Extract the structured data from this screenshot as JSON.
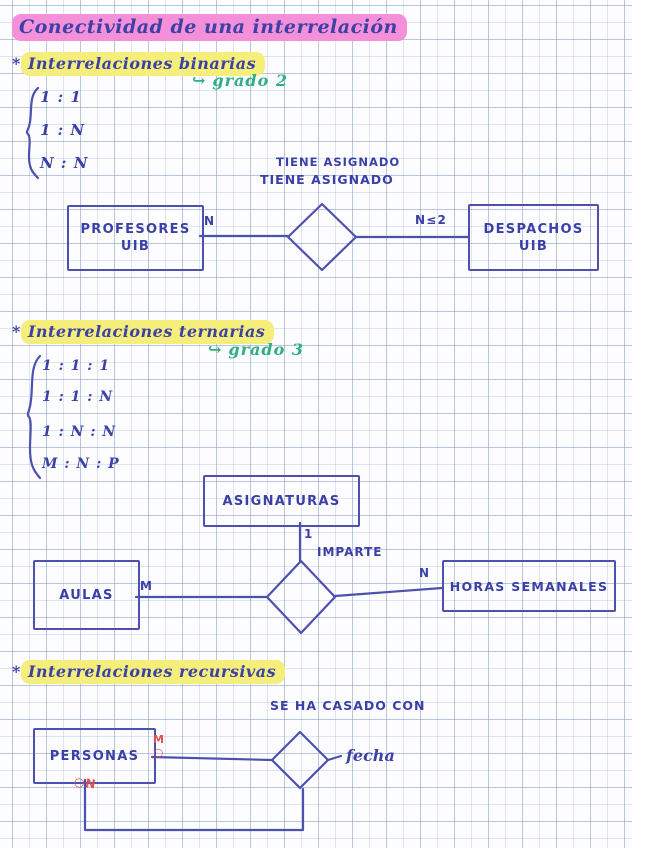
{
  "page": {
    "title": "Conectividad de una interrelación"
  },
  "glyphs": {
    "asterisk": "*",
    "grade_arrow": "↪",
    "circle_marker": "○"
  },
  "colors": {
    "ink_blue": "#3c41a6",
    "box_stroke": "#4d51ae",
    "highlight_pink": "#f48fd9",
    "highlight_yellow": "#f5ee7b",
    "green_ink": "#2fae82",
    "red_ink": "#e04f4f",
    "grid_line": "#c7d4ea",
    "paper": "#fdfdff"
  },
  "sections": {
    "binarias": {
      "heading": "Interrelaciones binarias",
      "grade_note": "grado 2",
      "list": [
        "1 : 1",
        "1 : N",
        "N : N"
      ],
      "relationship_name_line1": "TIENE ASIGNADO",
      "relationship_name_line2": "TIENE ASIGNADO",
      "entity_left_line1": "PROFESORES",
      "entity_left_line2": "UIB",
      "entity_right_line1": "DESPACHOS",
      "entity_right_line2": "UIB",
      "cardinality_left": "N",
      "cardinality_right": "N≤2"
    },
    "ternarias": {
      "heading": "Interrelaciones ternarias",
      "grade_note": "grado 3",
      "list": [
        "1 : 1 : 1",
        "1 : 1 : N",
        "1 : N : N",
        "M : N : P"
      ],
      "relationship_name": "IMPARTE",
      "entity_top": "ASIGNATURAS",
      "entity_left": "AULAS",
      "entity_right": "HORAS SEMANALES",
      "cardinality_top": "1",
      "cardinality_left": "M",
      "cardinality_right": "N"
    },
    "recursivas": {
      "heading": "Interrelaciones recursivas",
      "relationship_name": "SE HA CASADO CON",
      "entity": "PERSONAS",
      "attribute": "fecha",
      "cardinality_a": "M",
      "cardinality_b": "N"
    }
  }
}
